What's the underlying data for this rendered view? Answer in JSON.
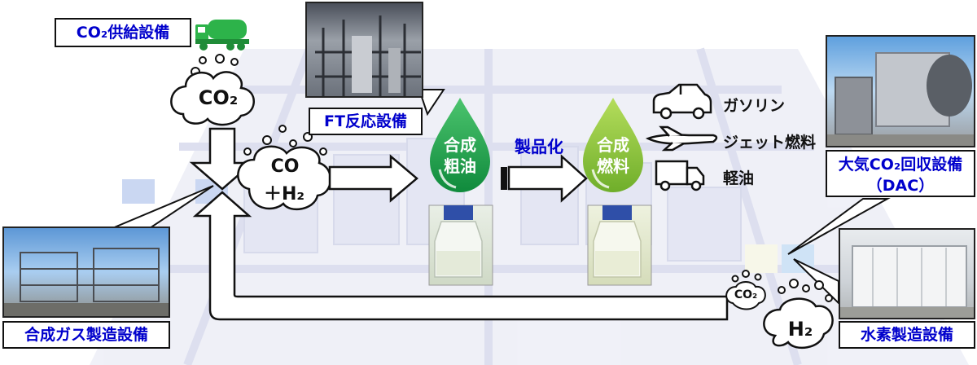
{
  "labels": {
    "co2_supply": "CO₂供給設備",
    "ft_reaction": "FT反応設備",
    "syngas_plant": "合成ガス製造設備",
    "dac_line1": "大気CO₂回収設備",
    "dac_line2": "（DAC）",
    "hydrogen_plant": "水素製造設備"
  },
  "bubbles": {
    "co2_top": "CO₂",
    "co_h2_line1": "CO",
    "co_h2_line2": "＋H₂",
    "co2_small": "CO₂",
    "h2": "H₂"
  },
  "drops": {
    "crude_line1": "合成",
    "crude_line2": "粗油",
    "fuel_line1": "合成",
    "fuel_line2": "燃料"
  },
  "process": {
    "refining": "製品化"
  },
  "products": [
    {
      "icon": "car-icon",
      "label": "ガソリン"
    },
    {
      "icon": "airplane-icon",
      "label": "ジェット燃料"
    },
    {
      "icon": "truck-icon",
      "label": "軽油"
    }
  ],
  "colors": {
    "label_text": "#0000cc",
    "drop_crude": "#1a9e4a",
    "drop_fuel": "#8cc63f",
    "plant_bg": "#c8cce6",
    "truck": "#2db34a"
  }
}
